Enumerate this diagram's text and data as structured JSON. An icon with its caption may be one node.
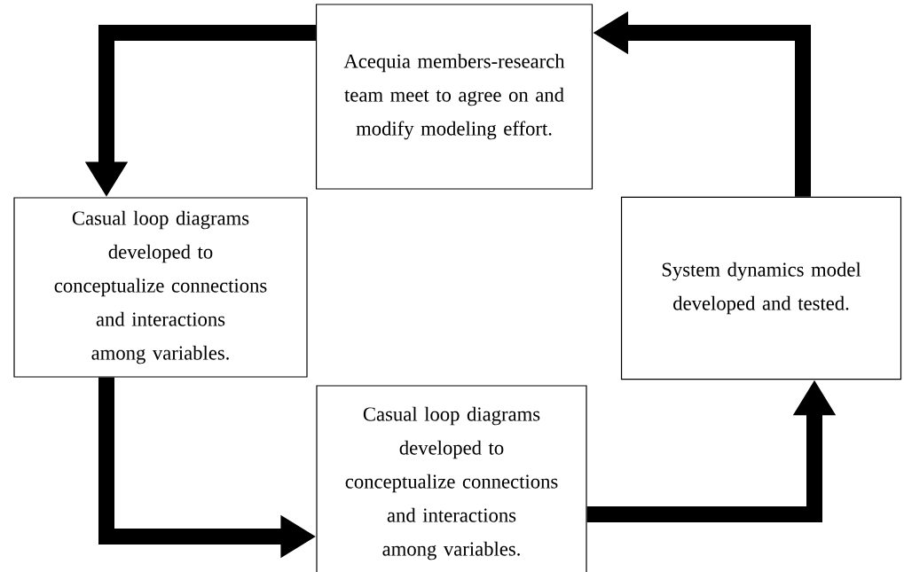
{
  "diagram": {
    "nodes": [
      {
        "text": [
          "Acequia members-research team meet to agree on and modify modeling effort."
        ]
      },
      {
        "text": [
          "Casual loop diagrams developed to conceptualize connections and interactions among variables."
        ]
      },
      {
        "text": [
          "System dynamics model developed and tested."
        ]
      },
      {
        "text": [
          "Casual loop diagrams developed to conceptualize connections and interactions among variables."
        ]
      }
    ],
    "edges": [
      {
        "from": 0,
        "to": 1,
        "arrow": "to"
      },
      {
        "from": 1,
        "to": 3,
        "arrow": "to"
      },
      {
        "from": 3,
        "to": 2,
        "arrow": "to"
      },
      {
        "from": 2,
        "to": 0,
        "arrow": "to"
      }
    ]
  }
}
